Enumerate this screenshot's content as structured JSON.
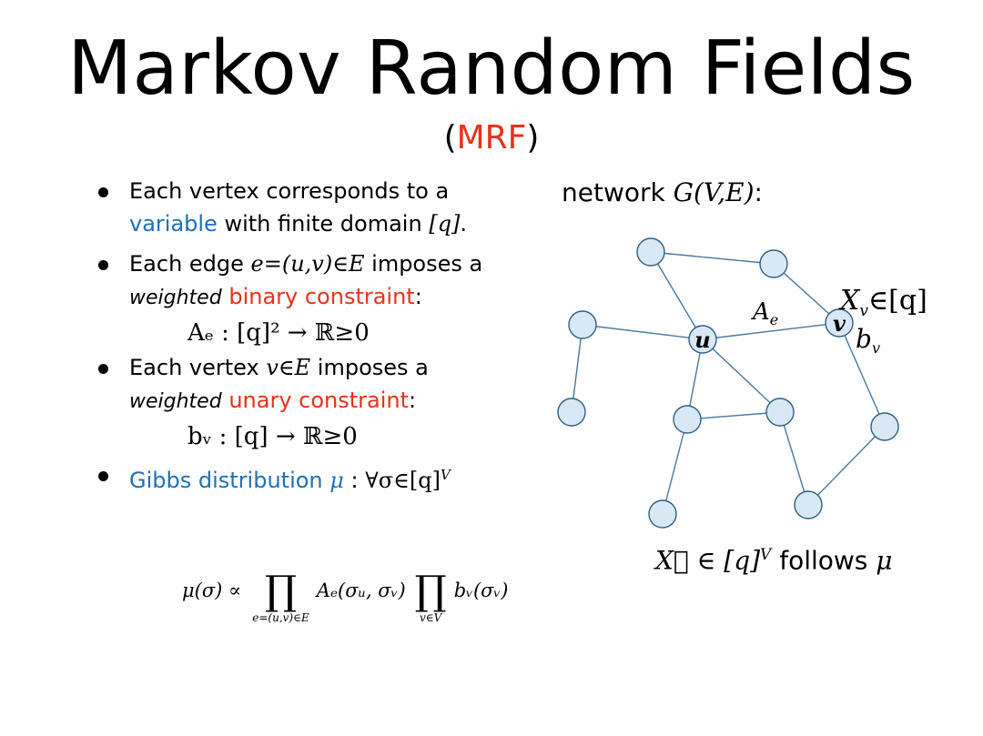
{
  "title": "Markov Random Fields",
  "subtitle": {
    "open": "(",
    "abbr": "MRF",
    "close": ")"
  },
  "bullets": {
    "b1": {
      "pre": "Each vertex corresponds to a",
      "hl": "variable",
      "post": " with finite domain ",
      "math": "[q]",
      "end": "."
    },
    "b2": {
      "pre": "Each edge ",
      "math": "e=(u,v)∈E",
      "post": " imposes a",
      "w": "weighted",
      "hl": "binary constraint",
      "end": ":",
      "formula": "Aₑ : [q]² → ℝ≥0"
    },
    "b3": {
      "pre": "Each vertex ",
      "math": "v∈E",
      "post": " imposes a",
      "w": "weighted",
      "hl": "unary constraint",
      "end": ":",
      "formula": "bᵥ : [q] → ℝ≥0"
    },
    "b4": {
      "hl": "Gibbs distribution",
      "mu": "μ",
      "sep": " : ",
      "forall": "∀σ∈[q]",
      "sup": "V"
    }
  },
  "network": {
    "pre": "network ",
    "math": "G(V,E)",
    "end": ":"
  },
  "graph_labels": {
    "u": "u",
    "v": "v",
    "Ae": "A",
    "Ae_sub": "e",
    "Xv": "X",
    "Xv_sub": "v",
    "Xv_rest": "∈[q]",
    "bv": "b",
    "bv_sub": "v"
  },
  "follows": {
    "math": "X⃗ ∈ [q]",
    "sup": "V",
    "text": " follows ",
    "mu": "μ"
  },
  "gibbs_formula": {
    "lhs": "μ(σ) ∝",
    "prod": "∏",
    "prod1_sub": "e=(u,v)∈E",
    "term1": "Aₑ(σᵤ, σᵥ)",
    "prod2_sub": "v∈V",
    "term2": "bᵥ(σᵥ)"
  },
  "colors": {
    "red": "#e8311a",
    "blue": "#1f6fb8",
    "node_fill": "#d8e8f5",
    "node_stroke": "#2f5f86",
    "edge": "#4a78a0"
  }
}
